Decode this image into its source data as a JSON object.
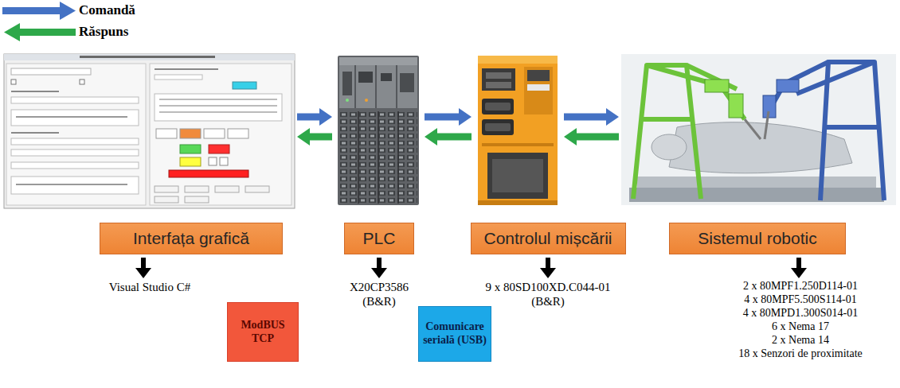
{
  "diagram": {
    "nodes": [
      {
        "text": [
          "Interfața grafică"
        ]
      },
      {
        "text": [
          "PLC"
        ]
      },
      {
        "text": [
          "Controlul mișcării"
        ]
      },
      {
        "text": [
          "Sistemul robotic"
        ]
      },
      {
        "text": [
          "ModBUS TCP"
        ]
      },
      {
        "text": [
          "Comunicare serială (USB)"
        ]
      }
    ],
    "edges": [
      {
        "from": 0,
        "to": 1,
        "arrow": "to"
      },
      {
        "from": 1,
        "to": 0,
        "arrow": "to"
      },
      {
        "from": 1,
        "to": 2,
        "arrow": "to"
      },
      {
        "from": 2,
        "to": 1,
        "arrow": "to"
      },
      {
        "from": 2,
        "to": 3,
        "arrow": "to"
      },
      {
        "from": 3,
        "to": 2,
        "arrow": "to"
      }
    ],
    "labels": [
      "Visual Studio C#",
      "X20CP3586 (B&R)",
      "9 x 80SD100XD.C044-01 (B&R)",
      "2 x 80MPF1.250D114-01",
      "4 x 80MPF5.500S114-01",
      "4 x 80MPD1.300S014-01",
      "6 x Nema 17",
      "2 x Nema 14",
      "18 x Senzori de proximitate"
    ],
    "legend": [
      {
        "text": "Comandă"
      },
      {
        "text": "Răspuns"
      }
    ]
  }
}
